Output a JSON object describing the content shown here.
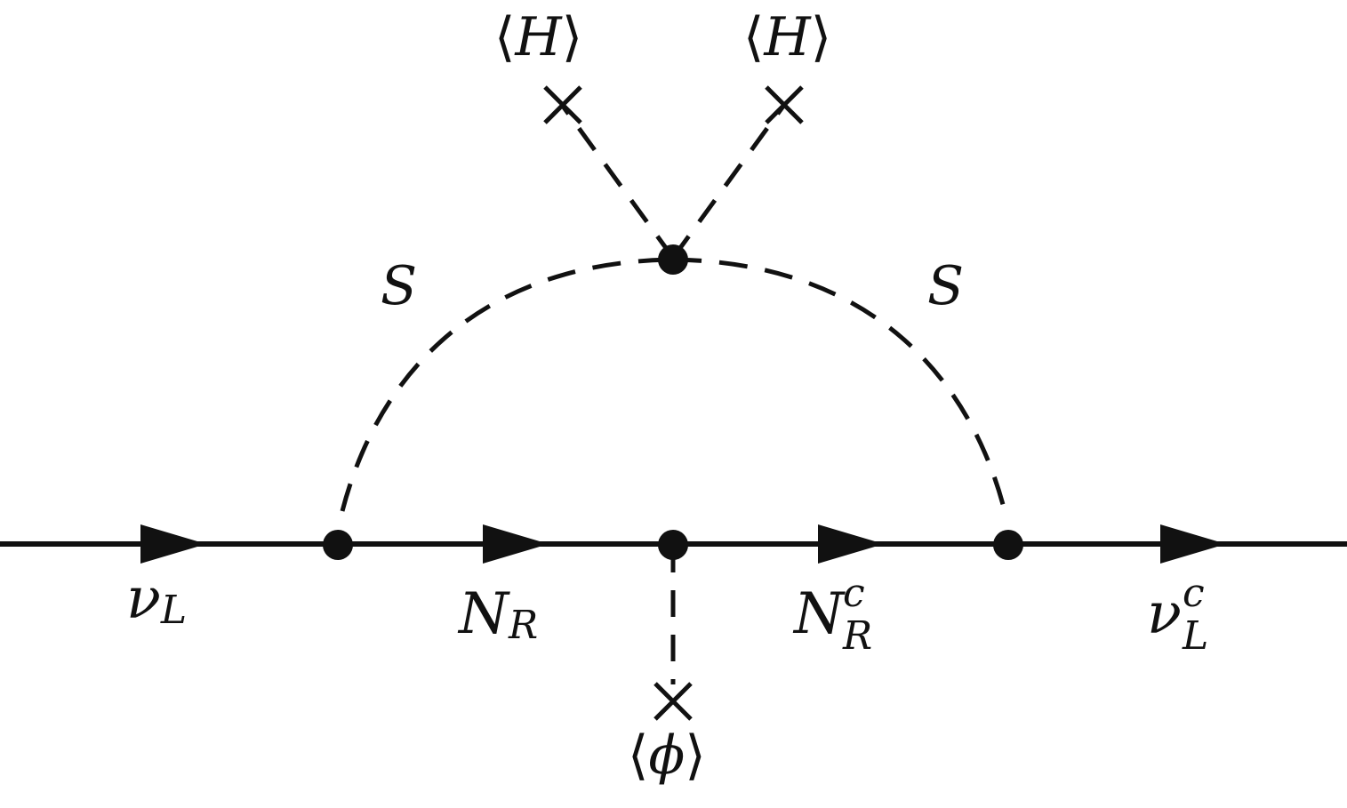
{
  "diagram": {
    "colors": {
      "line": "#111111",
      "background": "#ffffff"
    },
    "labels": {
      "scalar_left": "S",
      "scalar_right": "S",
      "vev_h_left": {
        "open": "⟨",
        "sym": "H",
        "close": "⟩"
      },
      "vev_h_right": {
        "open": "⟨",
        "sym": "H",
        "close": "⟩"
      },
      "vev_phi": {
        "open": "⟨",
        "sym": "ϕ",
        "close": "⟩"
      },
      "nu_L": {
        "base": "ν",
        "sub": "L",
        "sup": ""
      },
      "N_R": {
        "base": "N",
        "sub": "R",
        "sup": ""
      },
      "N_R_c": {
        "base": "N",
        "sub": "R",
        "sup": "c"
      },
      "nu_L_c": {
        "base": "ν",
        "sub": "L",
        "sup": "c"
      }
    }
  }
}
